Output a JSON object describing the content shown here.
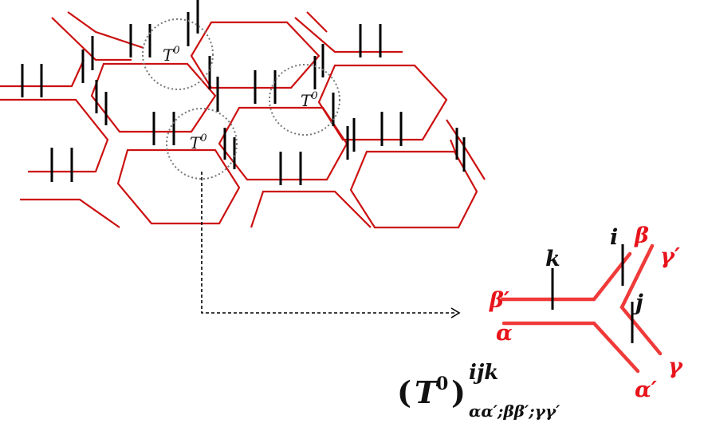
{
  "diagram": {
    "tensor_label": "T",
    "tensor_sup": "0",
    "leg_labels": {
      "k": "k",
      "i": "i",
      "j": "j",
      "beta": "β",
      "gamma_prime": "γ′",
      "beta_prime": "β′",
      "alpha": "α",
      "gamma": "γ",
      "alpha_prime": "α′"
    },
    "formula": {
      "open": "(",
      "base": "T",
      "base_sup": "0",
      "close": ")",
      "superscript": "ijk",
      "subscript": "αα′;ββ′;γγ′"
    }
  },
  "colors": {
    "lattice_red": "#cc1111",
    "vertex_red": "#f03a3a",
    "label_red": "#e8131b",
    "black": "#000000"
  }
}
